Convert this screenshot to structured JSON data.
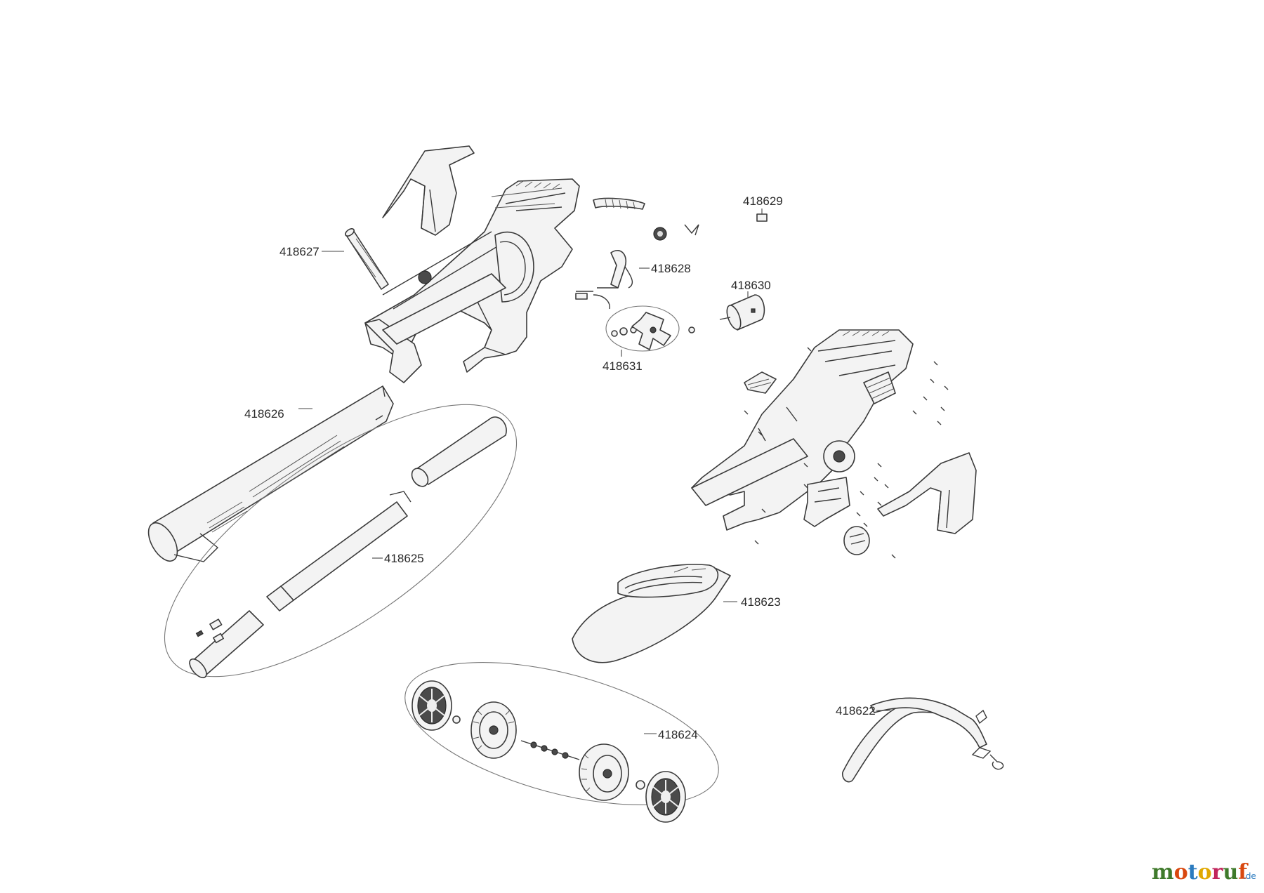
{
  "diagram": {
    "parts": [
      {
        "id": "p1",
        "number": "418627"
      },
      {
        "id": "p2",
        "number": "418628"
      },
      {
        "id": "p3",
        "number": "418629"
      },
      {
        "id": "p4",
        "number": "418630"
      },
      {
        "id": "p5",
        "number": "418631"
      },
      {
        "id": "p6",
        "number": "418626"
      },
      {
        "id": "p7",
        "number": "418625"
      },
      {
        "id": "p8",
        "number": "418623"
      },
      {
        "id": "p9",
        "number": "418624"
      },
      {
        "id": "p10",
        "number": "418622"
      }
    ]
  },
  "watermark": {
    "logo_parts": [
      "m",
      "o",
      "t",
      "o",
      "r",
      "u",
      "f"
    ],
    "logo_colors": [
      "#3f7a2b",
      "#d9480f",
      "#2b7bbf",
      "#e0a800",
      "#c2255c",
      "#3f7a2b",
      "#d9480f"
    ],
    "suffix": ".de"
  }
}
